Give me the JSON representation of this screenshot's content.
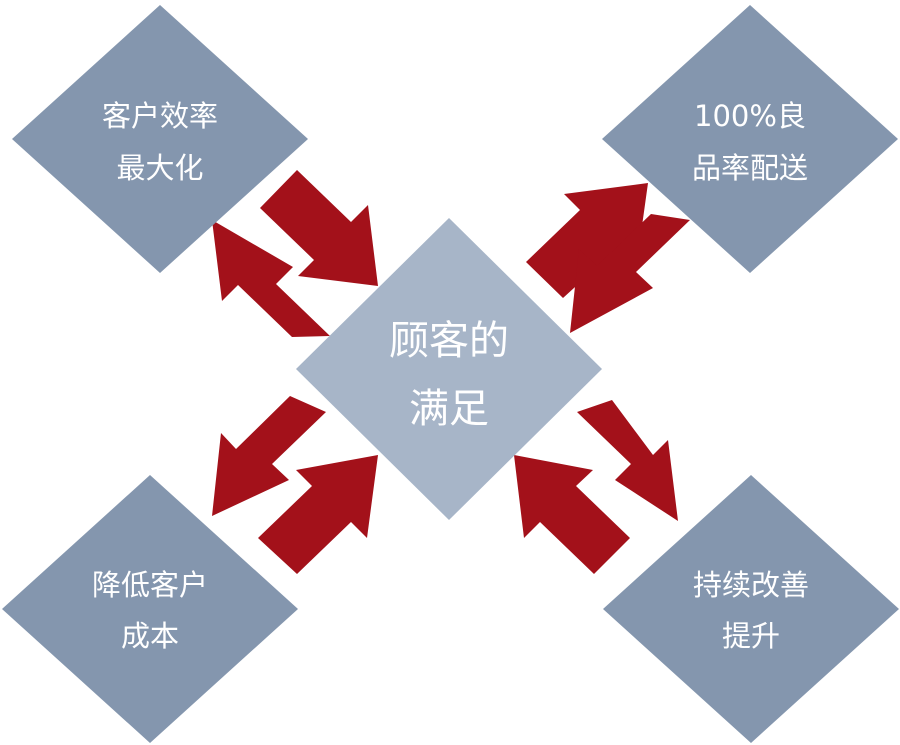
{
  "center": {
    "lines": [
      "顾客的",
      "满足"
    ]
  },
  "corners": {
    "top_left": {
      "lines": [
        "客户效率",
        "最大化"
      ]
    },
    "top_right": {
      "lines": [
        "100%良",
        "品率配送"
      ]
    },
    "bottom_left": {
      "lines": [
        "降低客户",
        "成本"
      ]
    },
    "bottom_right": {
      "lines": [
        "持续改善",
        "提升"
      ]
    }
  },
  "colors": {
    "corner_diamond": "#8496ae",
    "center_diamond": "#a7b5c8",
    "arrow": "#a3111a",
    "text": "#ffffff"
  }
}
